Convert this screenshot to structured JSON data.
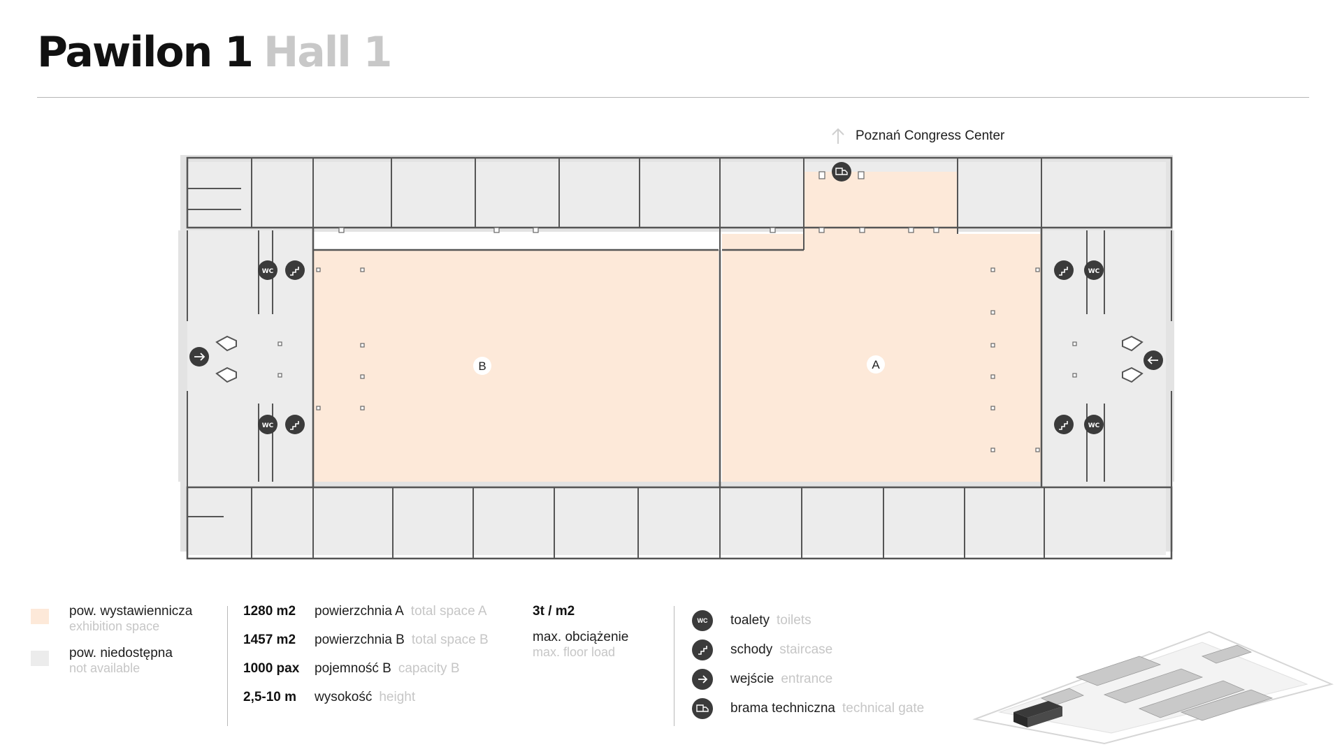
{
  "header": {
    "title_pl": "Pawilon 1",
    "title_en": "Hall 1"
  },
  "compass": {
    "label": "Poznań Congress Center",
    "icon": "arrow-up-icon"
  },
  "map": {
    "zones": [
      {
        "label": "B",
        "type": "exhibition"
      },
      {
        "label": "A",
        "type": "exhibition"
      }
    ],
    "colors": {
      "exhibition": "#fde9d9",
      "not_available": "#ececec",
      "wall": "#555555",
      "wall_shadow": "#dcdcdc",
      "symbol": "#3b3b3b"
    }
  },
  "legend": {
    "areas": [
      {
        "pl": "pow. wystawiennicza",
        "en": "exhibition space",
        "color": "#fde9d9"
      },
      {
        "pl": "pow. niedostępna",
        "en": "not available",
        "color": "#ececec"
      }
    ],
    "stats": [
      {
        "value": "1280 m2",
        "pl": "powierzchnia A",
        "en": "total space A"
      },
      {
        "value": "1457 m2",
        "pl": "powierzchnia B",
        "en": "total space B"
      },
      {
        "value": "1000 pax",
        "pl": "pojemność B",
        "en": "capacity B"
      },
      {
        "value": "2,5-10 m",
        "pl": "wysokość",
        "en": "height"
      }
    ],
    "floor_load": {
      "value": "3t / m2",
      "pl": "max. obciążenie",
      "en": "max. floor load"
    },
    "symbols": [
      {
        "icon": "wc-icon",
        "glyph": "WC",
        "pl": "toalety",
        "en": "toilets"
      },
      {
        "icon": "staircase-icon",
        "glyph": "",
        "pl": "schody",
        "en": "staircase"
      },
      {
        "icon": "entrance-icon",
        "glyph": "",
        "pl": "wejście",
        "en": "entrance"
      },
      {
        "icon": "truck-gate-icon",
        "glyph": "",
        "pl": "brama techniczna",
        "en": "technical gate"
      }
    ]
  }
}
